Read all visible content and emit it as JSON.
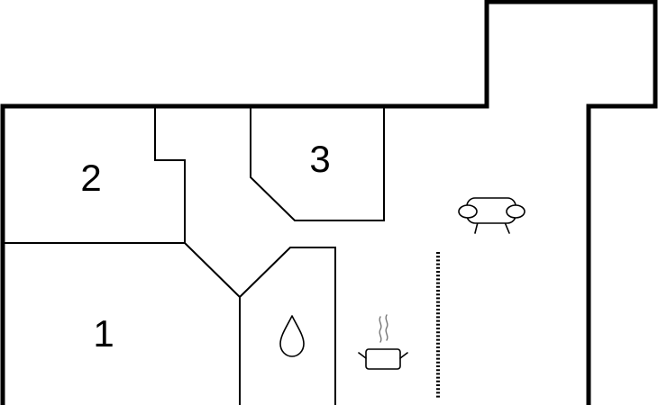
{
  "rooms": [
    {
      "id": "room-1",
      "label": "1"
    },
    {
      "id": "room-2",
      "label": "2"
    },
    {
      "id": "room-3",
      "label": "3"
    }
  ],
  "icons": {
    "bathroom": "water-drop-icon",
    "kitchen": "cooking-pot-icon",
    "living": "sofa-icon",
    "stairs": "staircase-icon"
  },
  "colors": {
    "walls": "#000000",
    "background": "#ffffff",
    "water_drop": "#bff0f5"
  }
}
